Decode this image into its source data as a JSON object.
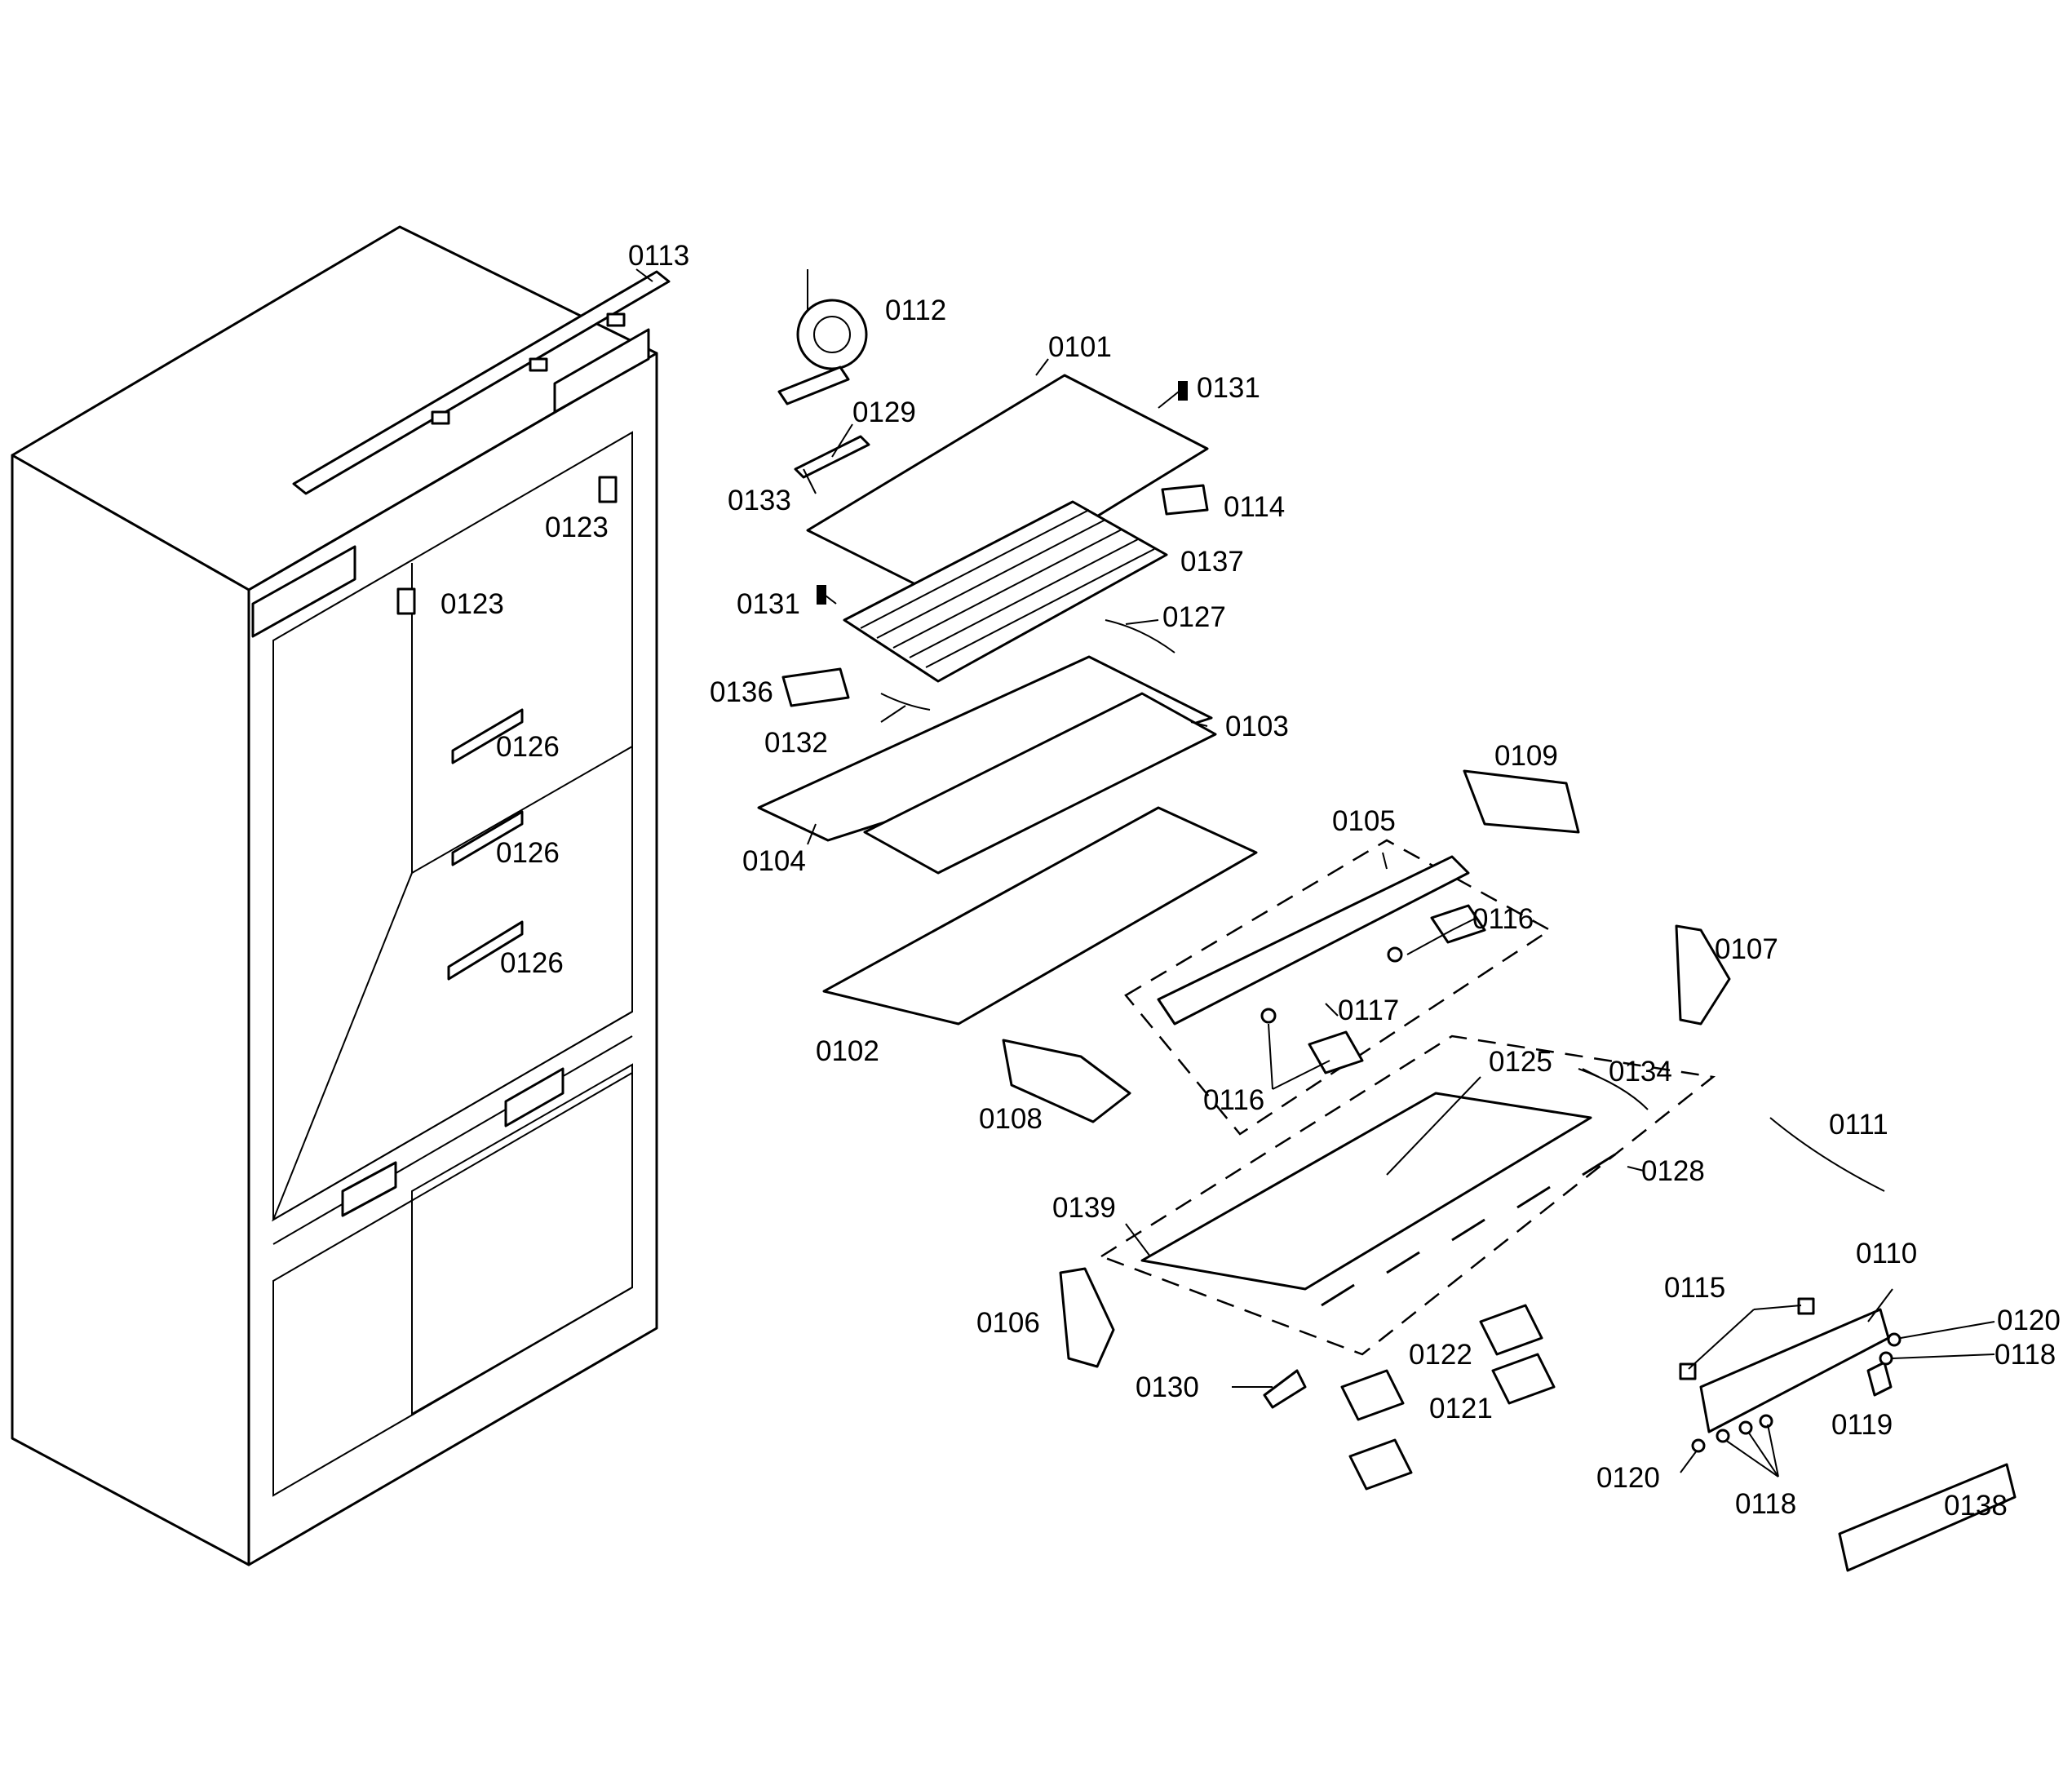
{
  "callouts": {
    "c0101": "0101",
    "c0102": "0102",
    "c0103": "0103",
    "c0104": "0104",
    "c0105": "0105",
    "c0106": "0106",
    "c0107": "0107",
    "c0108": "0108",
    "c0109": "0109",
    "c0110": "0110",
    "c0111": "0111",
    "c0112": "0112",
    "c0113": "0113",
    "c0114": "0114",
    "c0115": "0115",
    "c0116a": "0116",
    "c0116b": "0116",
    "c0117": "0117",
    "c0118a": "0118",
    "c0118b": "0118",
    "c0119": "0119",
    "c0120a": "0120",
    "c0120b": "0120",
    "c0121": "0121",
    "c0122": "0122",
    "c0123a": "0123",
    "c0123b": "0123",
    "c0125": "0125",
    "c0126a": "0126",
    "c0126b": "0126",
    "c0126c": "0126",
    "c0127": "0127",
    "c0128": "0128",
    "c0129": "0129",
    "c0130": "0130",
    "c0131a": "0131",
    "c0131b": "0131",
    "c0132": "0132",
    "c0133": "0133",
    "c0134": "0134",
    "c0136": "0136",
    "c0137": "0137",
    "c0138": "0138",
    "c0139": "0139"
  }
}
